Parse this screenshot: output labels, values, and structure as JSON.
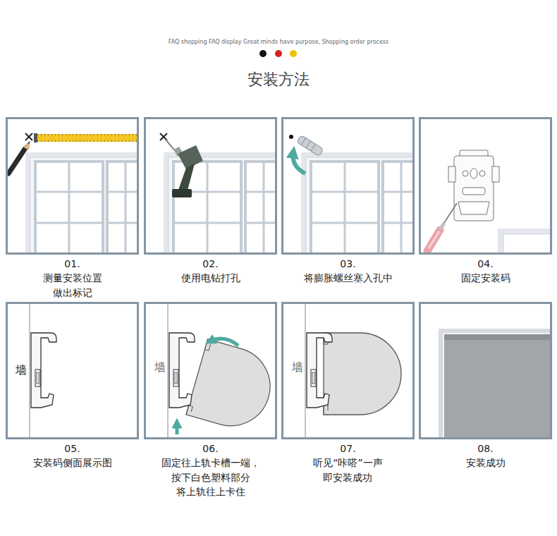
{
  "diagram": {
    "title": "安装方法",
    "nodes": [
      {
        "text": [
          "01.测量安装位置 做出标记"
        ]
      },
      {
        "text": [
          "02.使用电钻打孔"
        ]
      },
      {
        "text": [
          "03.将膨胀螺丝塞入孔中"
        ]
      },
      {
        "text": [
          "04.固定安装码"
        ]
      },
      {
        "text": [
          "墙",
          "05.安装码侧面展示图"
        ]
      },
      {
        "text": [
          "墙",
          "06.固定往上轨卡槽一端， 按下白色塑料部分 将上轨往上卡住"
        ]
      },
      {
        "text": [
          "墙",
          "07.听见“咔嗒”一声 即安装成功"
        ]
      },
      {
        "text": [
          "08.安装成功"
        ]
      }
    ],
    "labels": [
      "FAQ shopping FAQ display Great minds have purpose, Shopping order process"
    ]
  }
}
